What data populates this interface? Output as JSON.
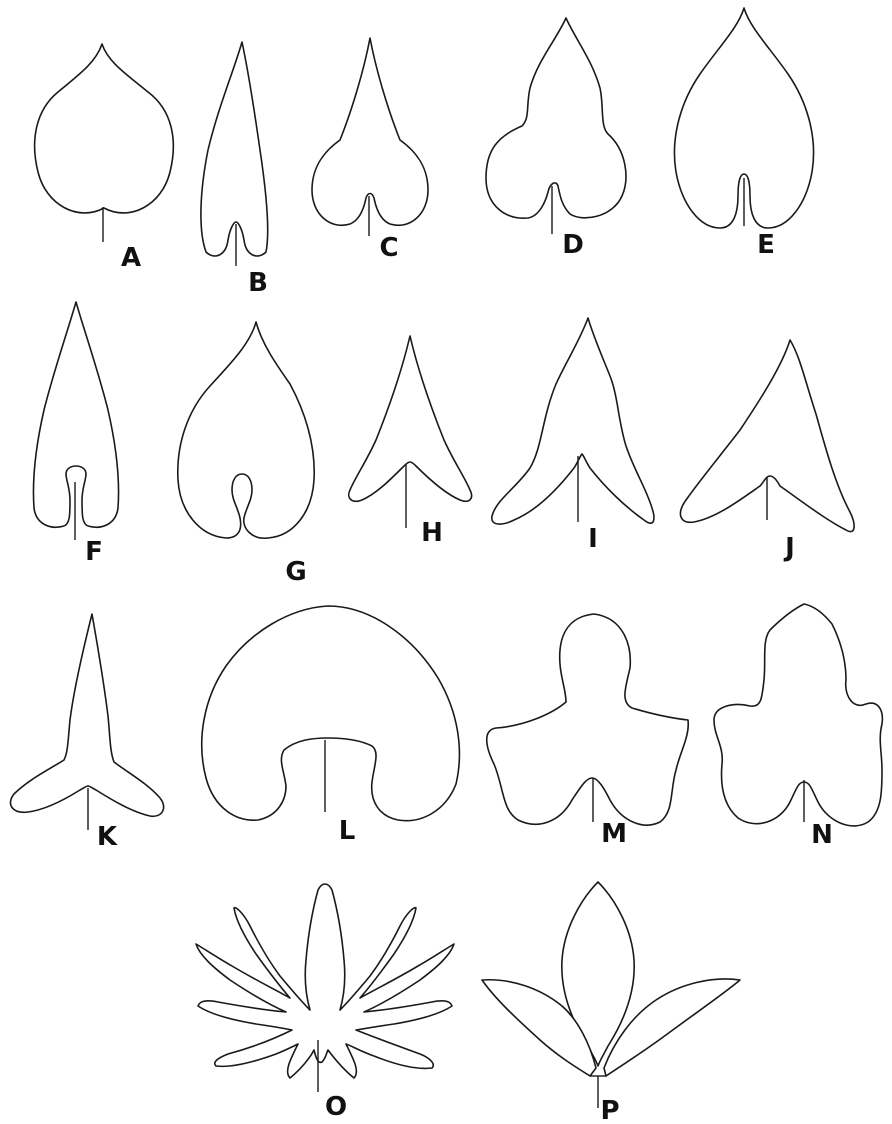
{
  "figure": {
    "labels": {
      "a": "A",
      "b": "B",
      "c": "C",
      "d": "D",
      "e": "E",
      "f": "F",
      "g": "G",
      "h": "H",
      "i": "I",
      "j": "J",
      "k": "K",
      "l": "L",
      "m": "M",
      "n": "N",
      "o": "O",
      "p": "P"
    }
  }
}
